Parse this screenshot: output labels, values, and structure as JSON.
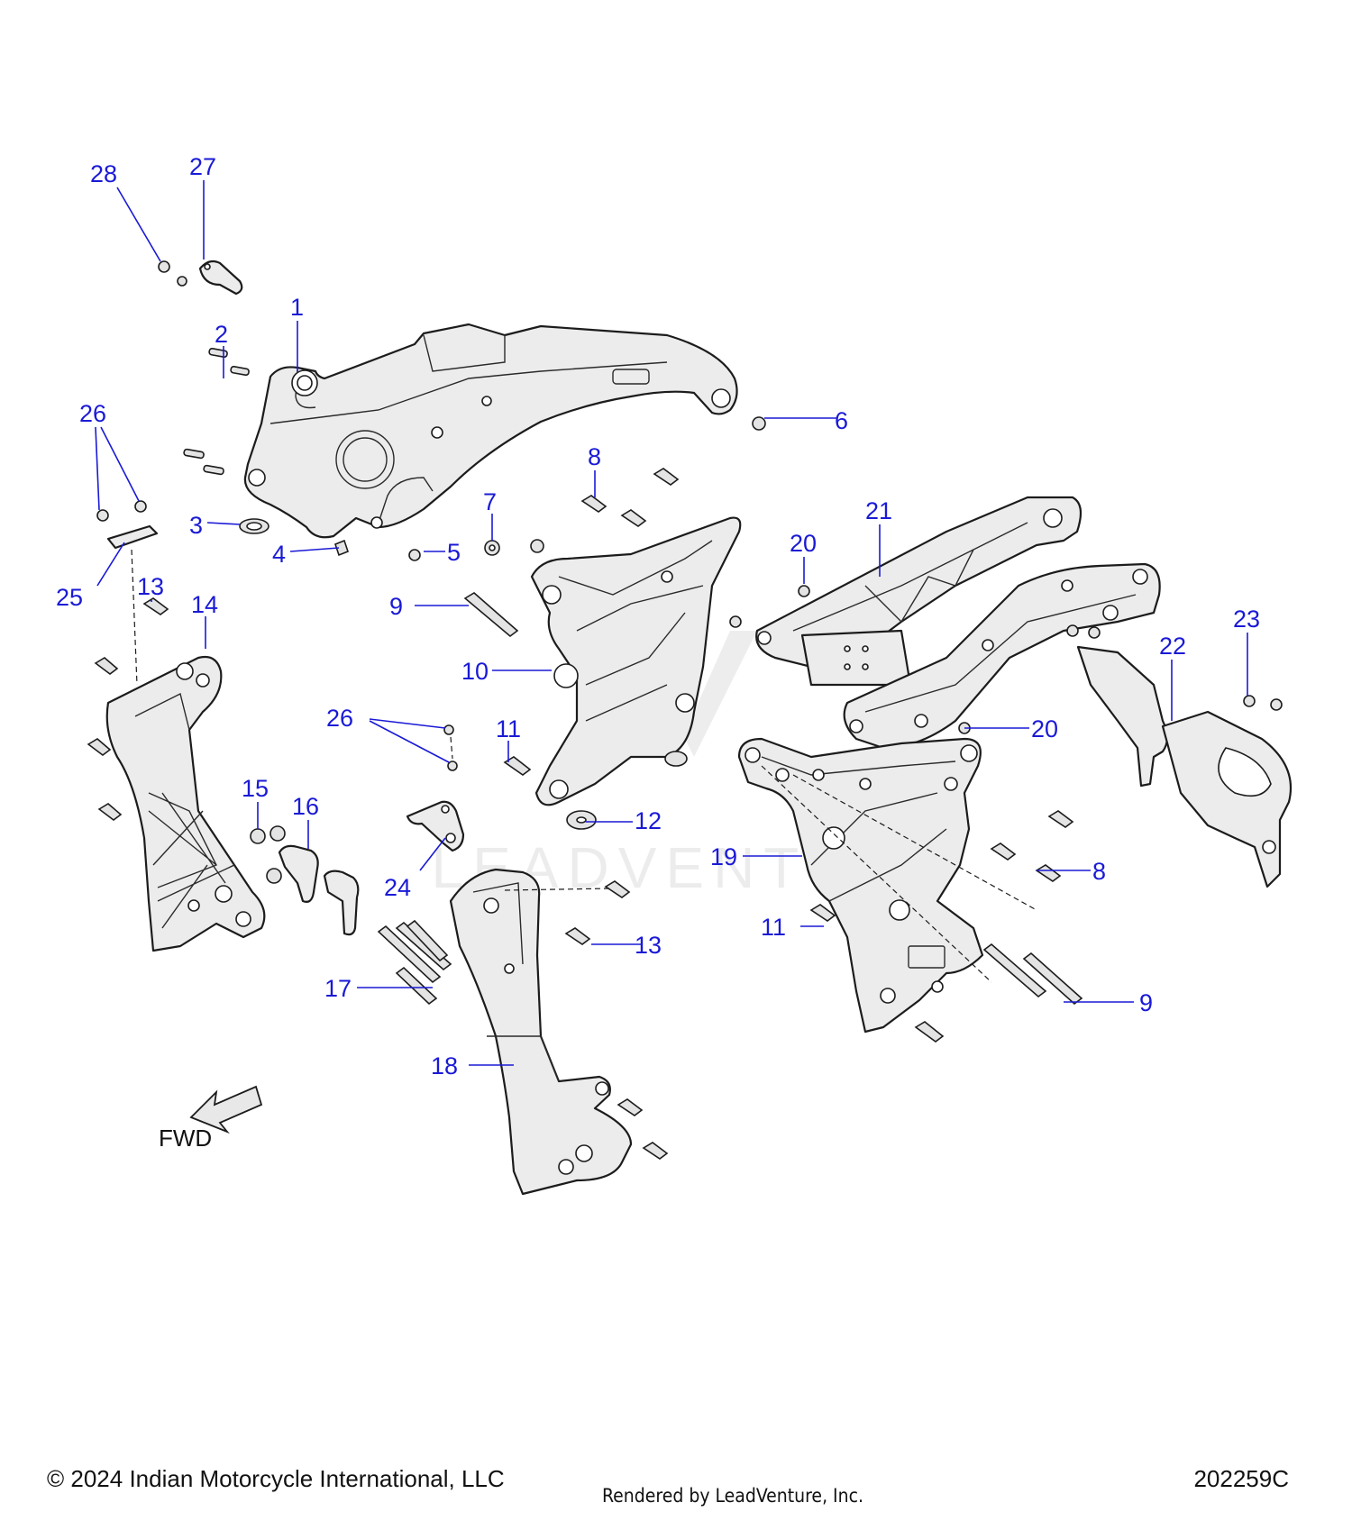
{
  "diagram": {
    "callouts": [
      {
        "id": "c1",
        "label": "1"
      },
      {
        "id": "c2",
        "label": "2"
      },
      {
        "id": "c3",
        "label": "3"
      },
      {
        "id": "c4",
        "label": "4"
      },
      {
        "id": "c5",
        "label": "5"
      },
      {
        "id": "c6",
        "label": "6"
      },
      {
        "id": "c7",
        "label": "7"
      },
      {
        "id": "c8a",
        "label": "8"
      },
      {
        "id": "c8b",
        "label": "8"
      },
      {
        "id": "c9a",
        "label": "9"
      },
      {
        "id": "c9b",
        "label": "9"
      },
      {
        "id": "c10",
        "label": "10"
      },
      {
        "id": "c11a",
        "label": "11"
      },
      {
        "id": "c11b",
        "label": "11"
      },
      {
        "id": "c12",
        "label": "12"
      },
      {
        "id": "c13a",
        "label": "13"
      },
      {
        "id": "c13b",
        "label": "13"
      },
      {
        "id": "c14",
        "label": "14"
      },
      {
        "id": "c15",
        "label": "15"
      },
      {
        "id": "c16",
        "label": "16"
      },
      {
        "id": "c17",
        "label": "17"
      },
      {
        "id": "c18",
        "label": "18"
      },
      {
        "id": "c19",
        "label": "19"
      },
      {
        "id": "c20a",
        "label": "20"
      },
      {
        "id": "c20b",
        "label": "20"
      },
      {
        "id": "c21",
        "label": "21"
      },
      {
        "id": "c22",
        "label": "22"
      },
      {
        "id": "c23",
        "label": "23"
      },
      {
        "id": "c24",
        "label": "24"
      },
      {
        "id": "c25",
        "label": "25"
      },
      {
        "id": "c26a",
        "label": "26"
      },
      {
        "id": "c26b",
        "label": "26"
      },
      {
        "id": "c27",
        "label": "27"
      },
      {
        "id": "c28",
        "label": "28"
      }
    ],
    "direction_label": "FWD",
    "watermark_text": "LEADVENTURE"
  },
  "footer": {
    "copyright": "© 2024 Indian Motorcycle International, LLC",
    "rendered_by": "Rendered by LeadVenture, Inc.",
    "drawing_number": "202259C"
  },
  "colors": {
    "callout": "#1a1ad6",
    "line_art": "#1c1c1c",
    "part_fill": "#ececec"
  }
}
